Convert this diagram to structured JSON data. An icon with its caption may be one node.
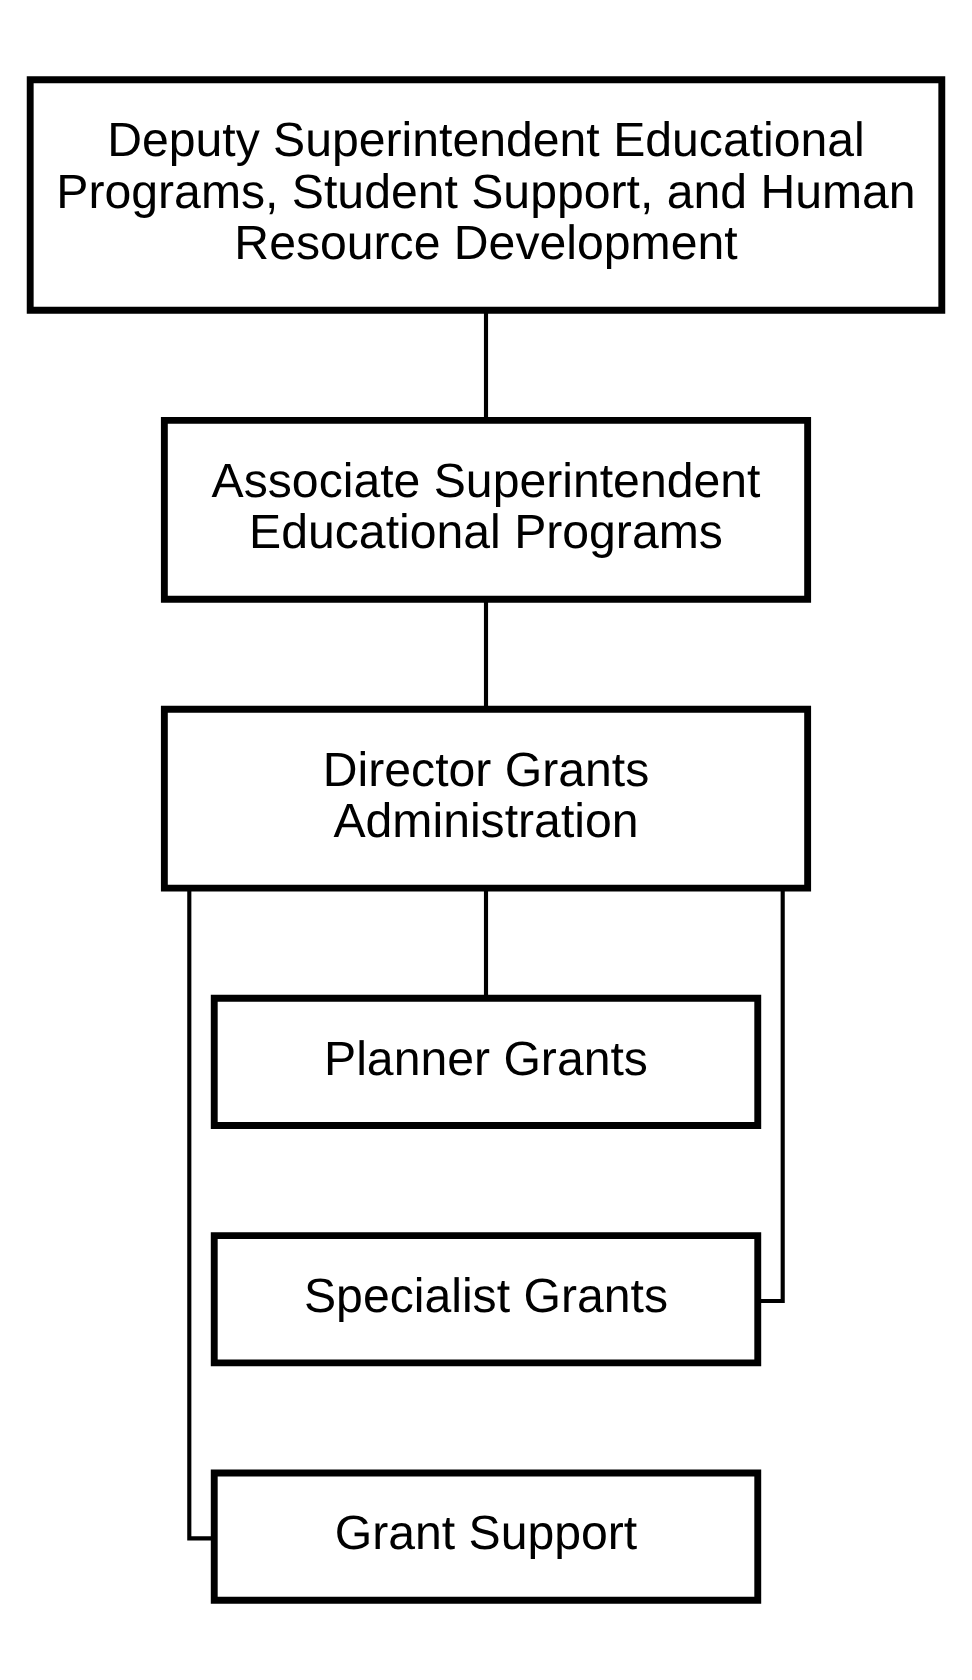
{
  "diagram": {
    "nodes": [
      {
        "text": [
          "Deputy Superintendent Educational Programs, Student Support, and Human Resource Development"
        ]
      },
      {
        "text": [
          "Associate Superintendent Educational Programs"
        ]
      },
      {
        "text": [
          "Director Grants Administration"
        ]
      },
      {
        "text": [
          "Planner Grants"
        ]
      },
      {
        "text": [
          "Specialist Grants"
        ]
      },
      {
        "text": [
          "Grant Support"
        ]
      }
    ],
    "edges": [
      {
        "from": 0,
        "to": 1,
        "arrow": "none"
      },
      {
        "from": 1,
        "to": 2,
        "arrow": "none"
      },
      {
        "from": 2,
        "to": 3,
        "arrow": "none"
      },
      {
        "from": 2,
        "to": 4,
        "arrow": "none"
      },
      {
        "from": 2,
        "to": 5,
        "arrow": "none"
      }
    ]
  }
}
